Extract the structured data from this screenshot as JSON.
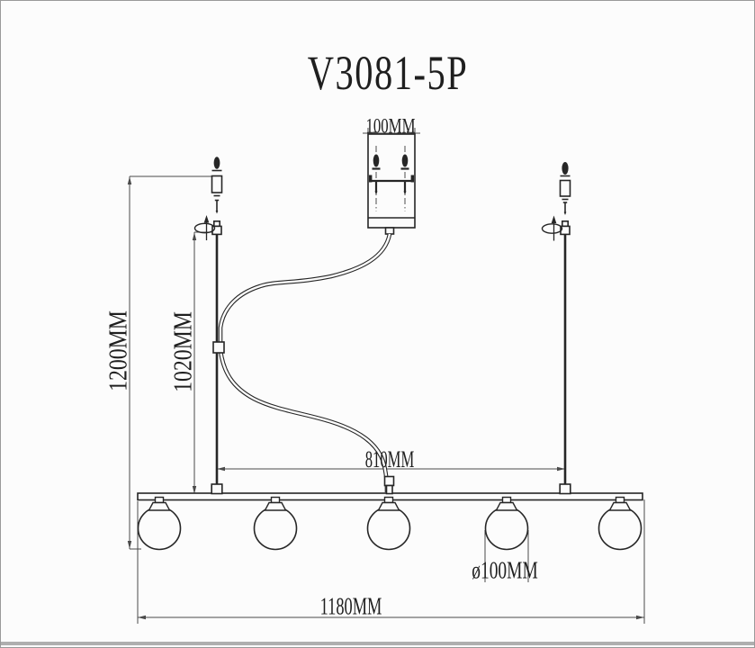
{
  "title": "V3081-5P",
  "labels": {
    "canopy_width": "100MM",
    "overall_drop": "1200MM",
    "rod_length": "1020MM",
    "rod_span": "810MM",
    "shade_diameter": "ø100MM",
    "bar_width": "1180MM"
  },
  "fixture": {
    "shade_count": 5
  },
  "colors": {
    "line": "#262626",
    "dim": "#4a4a4a",
    "background": "#fcfcfc",
    "frame": "#9a9a9a"
  }
}
